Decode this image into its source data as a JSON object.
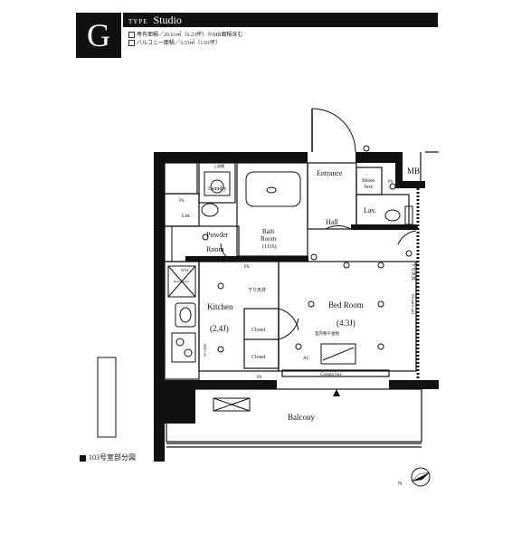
{
  "header": {
    "type_letter": "G",
    "type_prefix": "TYPE",
    "type_name": "Studio",
    "area_line_1": "専有面積／20.61㎡（6.23坪）※MB面積含む",
    "area_line_2": "バルコニー面積／3.33㎡（1.01坪）"
  },
  "rooms": {
    "laundry": "Laundry",
    "laundry_tag": "上部棚",
    "bath_1": "Bath",
    "bath_2": "Room",
    "bath_3": "(1116)",
    "powder_1": "Powder",
    "powder_2": "Room",
    "entrance": "Entrance",
    "shoes_1": "Shoes",
    "shoes_2": "box",
    "mb": "MB",
    "hall": "Hall",
    "lav": "Lav.",
    "lin": "Lin.",
    "kitchen_1": "Kitchen",
    "kitchen_2": "(2.4J)",
    "bedroom_1": "Bed Room",
    "bedroom_2": "(4.3J)",
    "closet_1": "Closet",
    "closet_2": "Closet",
    "curtain_box": "Curtain box",
    "balcony": "Balcony",
    "refrigerator": "Refrigerator",
    "wm": "W.M.",
    "ac": "AC",
    "ps_1": "PS",
    "ps_2": "PS",
    "ps_3": "PS",
    "ps_4": "PS",
    "drop_ceiling_1": "下り天井",
    "drop_ceiling_2": "下り天井",
    "hanger": "室内物干金物",
    "picture_rail": "Picture rail",
    "wm_size": "W=1200"
  },
  "footer": {
    "caption": "103号室部分図"
  },
  "icons": [
    "compass-icon",
    "sink-icon",
    "toilet-icon",
    "bathtub-icon",
    "washer-icon",
    "stove-icon"
  ]
}
